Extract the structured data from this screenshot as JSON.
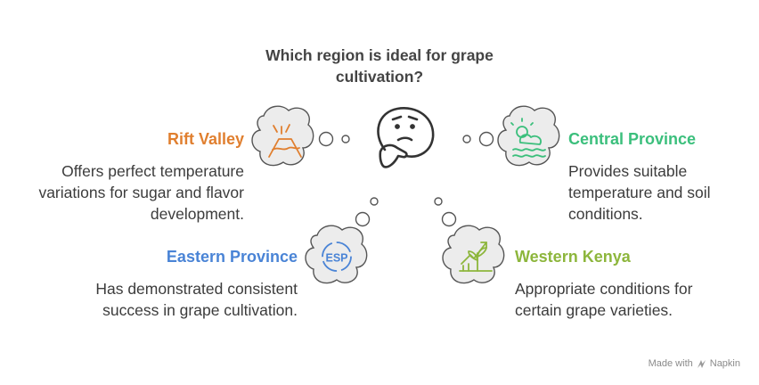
{
  "question": "Which region is ideal for grape cultivation?",
  "regions": {
    "rift_valley": {
      "title": "Rift Valley",
      "description": "Offers perfect temperature variations for sugar and flavor development.",
      "color": "#e07f2f",
      "icon": "volcano-icon"
    },
    "central_province": {
      "title": "Central Province",
      "description": "Provides suitable temperature and soil conditions.",
      "color": "#3bbf7c",
      "icon": "sun-cloud-waves-icon"
    },
    "eastern_province": {
      "title": "Eastern Province",
      "description": "Has demonstrated consistent success in grape cultivation.",
      "color": "#4a84d6",
      "icon": "esp-badge-icon",
      "icon_text": "ESP"
    },
    "western_kenya": {
      "title": "Western Kenya",
      "description": "Appropriate conditions for certain grape varieties.",
      "color": "#8db63c",
      "icon": "plant-growth-icon"
    }
  },
  "footer": {
    "made_with": "Made with",
    "brand": "Napkin"
  }
}
